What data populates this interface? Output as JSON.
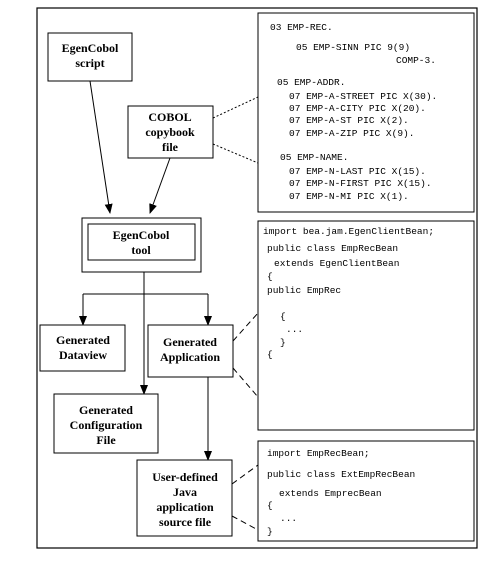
{
  "nodes": {
    "script": [
      "EgenCobol",
      "script"
    ],
    "copybook": [
      "COBOL",
      "copybook",
      "file"
    ],
    "tool": [
      "EgenCobol",
      "tool"
    ],
    "dataview": [
      "Generated",
      "Dataview"
    ],
    "application": [
      "Generated",
      "Application"
    ],
    "config": [
      "Generated",
      "Configuration",
      "File"
    ],
    "userdef": [
      "User-defined",
      "Java",
      "application",
      "source file"
    ]
  },
  "code_panels": {
    "copybook_listing": [
      "03 EMP-REC.",
      "05 EMP-SINN       PIC 9(9)",
      "COMP-3.",
      "05 EMP-ADDR.",
      "07 EMP-A-STREET   PIC X(30).",
      "07 EMP-A-CITY     PIC X(20).",
      "07 EMP-A-ST       PIC X(2).",
      "07 EMP-A-ZIP      PIC X(9).",
      "05 EMP-NAME.",
      "07 EMP-N-LAST     PIC X(15).",
      "07 EMP-N-FIRST    PIC X(15).",
      "07 EMP-N-MI       PIC X(1)."
    ],
    "generated_listing": [
      "import bea.jam.EgenClientBean;",
      "public class EmpRecBean",
      "extends EgenClientBean",
      "{",
      "public EmpRec",
      "{",
      "...",
      "}",
      "{"
    ],
    "user_listing": [
      "import EmpRecBean;",
      "public class ExtEmpRecBean",
      "extends EmprecBean",
      "{",
      "...",
      "}"
    ]
  }
}
